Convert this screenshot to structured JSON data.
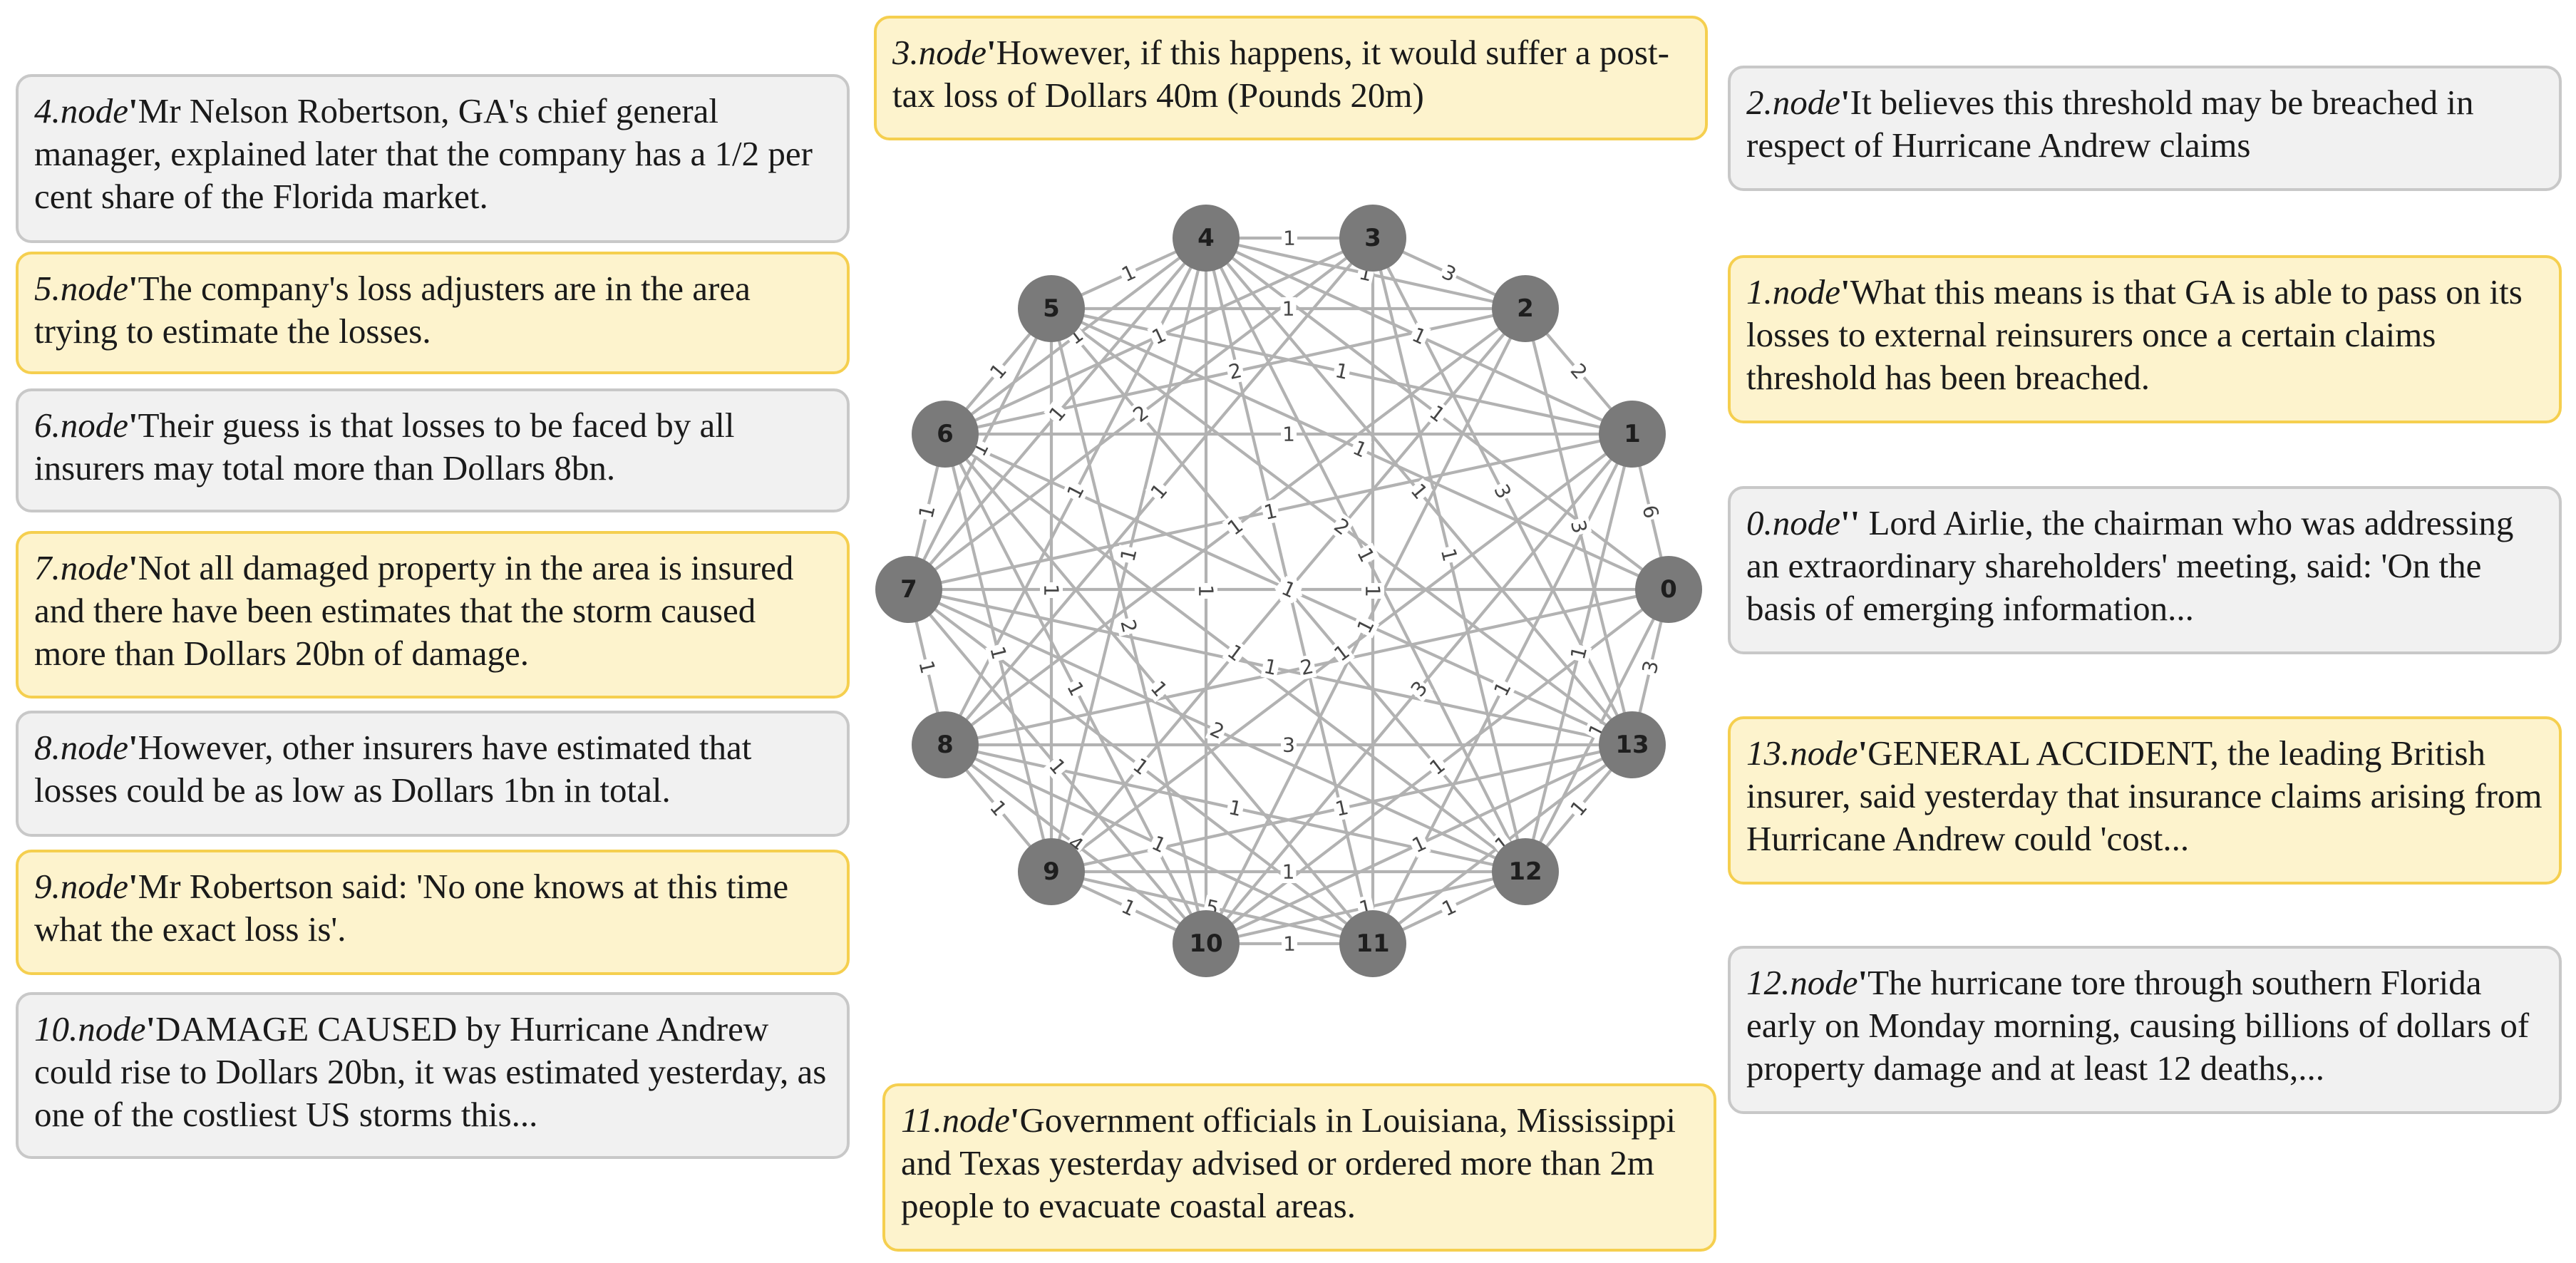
{
  "cards": [
    {
      "id": "3",
      "label": "3.node",
      "quote": "'",
      "text": "However, if this happens, it would suffer a post-tax loss of Dollars 40m (Pounds 20m)"
    },
    {
      "id": "4",
      "label": "4.node",
      "quote": "'",
      "text": "Mr Nelson Robertson, GA's chief general manager, explained later that the company has a 1/2 per cent share of the Florida market."
    },
    {
      "id": "5",
      "label": "5.node",
      "quote": "'",
      "text": "The company's loss adjusters are in the area trying to estimate the losses."
    },
    {
      "id": "6",
      "label": "6.node",
      "quote": "'",
      "text": "Their guess is that losses to be faced by all insurers may total more than Dollars 8bn."
    },
    {
      "id": "7",
      "label": "7.node",
      "quote": "'",
      "text": "Not all damaged property in the area is insured and there have been estimates that the storm caused more than Dollars 20bn of damage."
    },
    {
      "id": "8",
      "label": "8.node",
      "quote": "'",
      "text": "However, other insurers have estimated that losses could be as low as Dollars 1bn in total."
    },
    {
      "id": "9",
      "label": "9.node",
      "quote": "'",
      "text": "Mr Robertson said: 'No one knows at this time what the exact loss is'."
    },
    {
      "id": "10",
      "label": "10.node",
      "quote": "'",
      "text": "DAMAGE CAUSED by Hurricane Andrew could rise to Dollars 20bn, it was estimated yesterday, as one of the costliest US storms this..."
    },
    {
      "id": "11",
      "label": "11.node",
      "quote": "'",
      "text": "Government officials in Louisiana, Mississippi and Texas yesterday advised or ordered more than 2m people to evacuate coastal areas."
    },
    {
      "id": "2",
      "label": "2.node",
      "quote": "'",
      "text": "It believes this threshold may be breached in respect of Hurricane Andrew claims"
    },
    {
      "id": "1",
      "label": "1.node",
      "quote": "'",
      "text": "What this means is that GA is able to pass on its losses to external reinsurers once a certain claims threshold has been breached."
    },
    {
      "id": "0",
      "label": "0.node",
      "quote": "''",
      "text": " Lord Airlie, the chairman who was addressing an extraordinary shareholders' meeting, said: 'On the basis of emerging information..."
    },
    {
      "id": "13",
      "label": "13.node",
      "quote": "'",
      "text": "GENERAL ACCIDENT, the leading British insurer, said yesterday that insurance claims arising from Hurricane Andrew could 'cost..."
    },
    {
      "id": "12",
      "label": "12.node",
      "quote": "'",
      "text": "The hurricane tore through southern Florida early on Monday morning, causing billions of dollars of property damage and at least 12 deaths,..."
    }
  ],
  "graph": {
    "nodes": [
      "0",
      "1",
      "2",
      "3",
      "4",
      "5",
      "6",
      "7",
      "8",
      "9",
      "10",
      "11",
      "12",
      "13"
    ],
    "edges": [
      [
        "0",
        "1",
        "6"
      ],
      [
        "0",
        "13",
        "3"
      ],
      [
        "0",
        "7",
        "1"
      ],
      [
        "0",
        "12",
        "1"
      ],
      [
        "0",
        "4",
        "1"
      ],
      [
        "0",
        "5",
        "1"
      ],
      [
        "0",
        "8",
        "2"
      ],
      [
        "0",
        "10",
        "1"
      ],
      [
        "1",
        "2",
        "2"
      ],
      [
        "1",
        "6",
        "1"
      ],
      [
        "1",
        "9",
        "1"
      ],
      [
        "1",
        "12",
        "1"
      ],
      [
        "1",
        "5",
        "1"
      ],
      [
        "1",
        "4",
        "1"
      ],
      [
        "1",
        "7",
        "1"
      ],
      [
        "1",
        "10",
        "3"
      ],
      [
        "1",
        "11",
        "1"
      ],
      [
        "2",
        "3",
        "3"
      ],
      [
        "2",
        "5",
        "1"
      ],
      [
        "2",
        "4",
        "1"
      ],
      [
        "2",
        "8",
        "1"
      ],
      [
        "2",
        "13",
        "3"
      ],
      [
        "2",
        "6",
        "2"
      ],
      [
        "2",
        "9",
        "1"
      ],
      [
        "2",
        "10",
        "1"
      ],
      [
        "3",
        "4",
        "1"
      ],
      [
        "3",
        "13",
        "3"
      ],
      [
        "3",
        "11",
        "1"
      ],
      [
        "3",
        "12",
        "1"
      ],
      [
        "3",
        "6",
        "1"
      ],
      [
        "3",
        "8",
        "1"
      ],
      [
        "3",
        "7",
        "2"
      ],
      [
        "4",
        "5",
        "1"
      ],
      [
        "4",
        "6",
        "1"
      ],
      [
        "4",
        "7",
        "1"
      ],
      [
        "4",
        "9",
        "1"
      ],
      [
        "4",
        "10",
        "1"
      ],
      [
        "4",
        "11",
        "2"
      ],
      [
        "4",
        "8",
        "1"
      ],
      [
        "4",
        "13",
        "1"
      ],
      [
        "4",
        "12",
        "1"
      ],
      [
        "5",
        "6",
        "1"
      ],
      [
        "5",
        "7",
        "1"
      ],
      [
        "5",
        "9",
        "1"
      ],
      [
        "5",
        "10",
        "2"
      ],
      [
        "5",
        "12",
        "1"
      ],
      [
        "5",
        "13",
        "2"
      ],
      [
        "6",
        "7",
        "1"
      ],
      [
        "6",
        "9",
        "1"
      ],
      [
        "6",
        "11",
        "1"
      ],
      [
        "6",
        "12",
        "1"
      ],
      [
        "6",
        "10",
        "1"
      ],
      [
        "6",
        "13",
        "1"
      ],
      [
        "7",
        "8",
        "1"
      ],
      [
        "7",
        "10",
        "1"
      ],
      [
        "7",
        "11",
        "1"
      ],
      [
        "7",
        "12",
        "2"
      ],
      [
        "7",
        "13",
        "1"
      ],
      [
        "8",
        "9",
        "1"
      ],
      [
        "8",
        "10",
        "4"
      ],
      [
        "8",
        "13",
        "3"
      ],
      [
        "8",
        "11",
        "1"
      ],
      [
        "8",
        "12",
        "1"
      ],
      [
        "9",
        "10",
        "1"
      ],
      [
        "9",
        "11",
        "5"
      ],
      [
        "9",
        "12",
        "1"
      ],
      [
        "9",
        "13",
        "1"
      ],
      [
        "10",
        "11",
        "1"
      ],
      [
        "10",
        "12",
        "1"
      ],
      [
        "10",
        "13",
        "1"
      ],
      [
        "11",
        "12",
        "1"
      ],
      [
        "11",
        "13",
        "1"
      ],
      [
        "12",
        "13",
        "1"
      ]
    ]
  },
  "colors": {
    "grey_card": "#f1f1f1",
    "yellow_card": "#fdf3cd",
    "yellow_border": "#f5cf4f",
    "node": "#7a7a7a",
    "edge": "#b2b2b2"
  }
}
